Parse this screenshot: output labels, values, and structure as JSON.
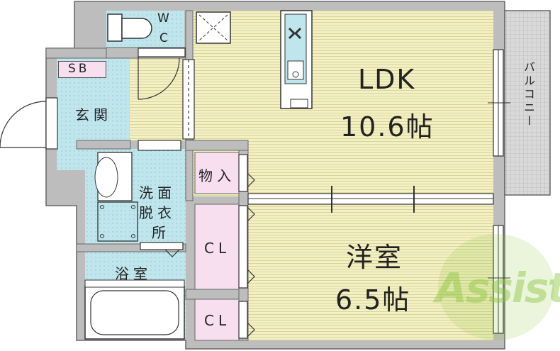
{
  "rooms": {
    "ldk_name": "LDK",
    "ldk_size": "10.6帖",
    "western_name": "洋室",
    "western_size": "6.5帖",
    "wc_w": "W",
    "wc_c": "C",
    "sb": "SB",
    "entrance": "玄関",
    "storage": "物入",
    "washroom_1": "洗面",
    "washroom_2": "脱衣",
    "washroom_3": "所",
    "bathroom": "浴室",
    "closet_1": "CL",
    "closet_2": "CL",
    "balcony": "バルコニー"
  },
  "logo": {
    "text": "Assist"
  },
  "colors": {
    "wall": "#bdbdbd",
    "ldk_floor": "#f3f0c4",
    "wet_area": "#bfe6ec",
    "closet": "#f7dff0",
    "balcony": "#d9d9d9",
    "logo": "#8cc63f",
    "logo_accent": "#e8344e"
  }
}
